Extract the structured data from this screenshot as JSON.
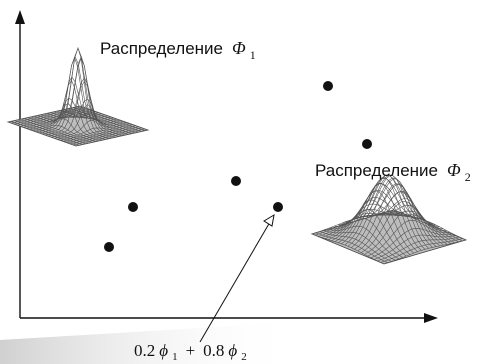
{
  "labels": {
    "dist1": {
      "text": "Распределение",
      "symbol": "Φ",
      "sub": "1"
    },
    "dist2": {
      "text": "Распределение",
      "symbol": "Φ",
      "sub": "2"
    },
    "mixture": {
      "c1": "0.2",
      "s1": "ϕ",
      "sub1": "1",
      "plus": "+",
      "c2": "0.8",
      "s2": "ϕ",
      "sub2": "2"
    }
  },
  "colors": {
    "ink": "#111111",
    "mesh": "#555555",
    "shadow": "#d9d9d9"
  }
}
